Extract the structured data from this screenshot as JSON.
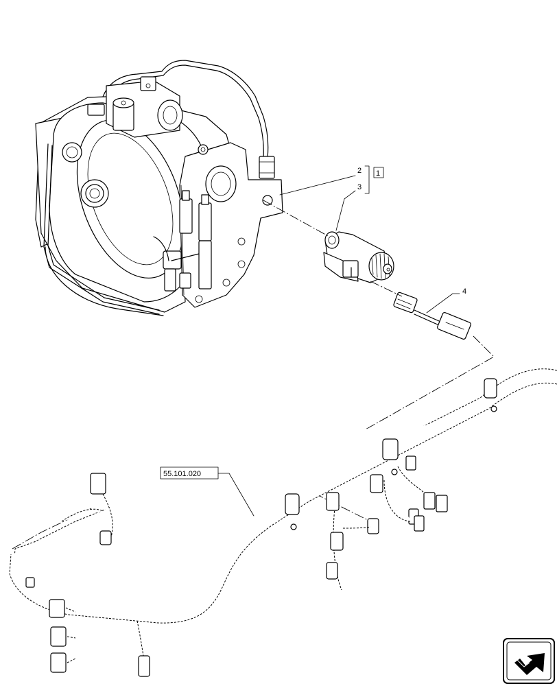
{
  "callouts": {
    "item_2": "2",
    "item_3": "3",
    "item_4": "4",
    "group_ref": "1",
    "harness_ref": "55.101.020"
  },
  "icons": {
    "nav_corner": "next-page-arrow-icon"
  },
  "colors": {
    "line": "#000000",
    "background": "#ffffff"
  }
}
